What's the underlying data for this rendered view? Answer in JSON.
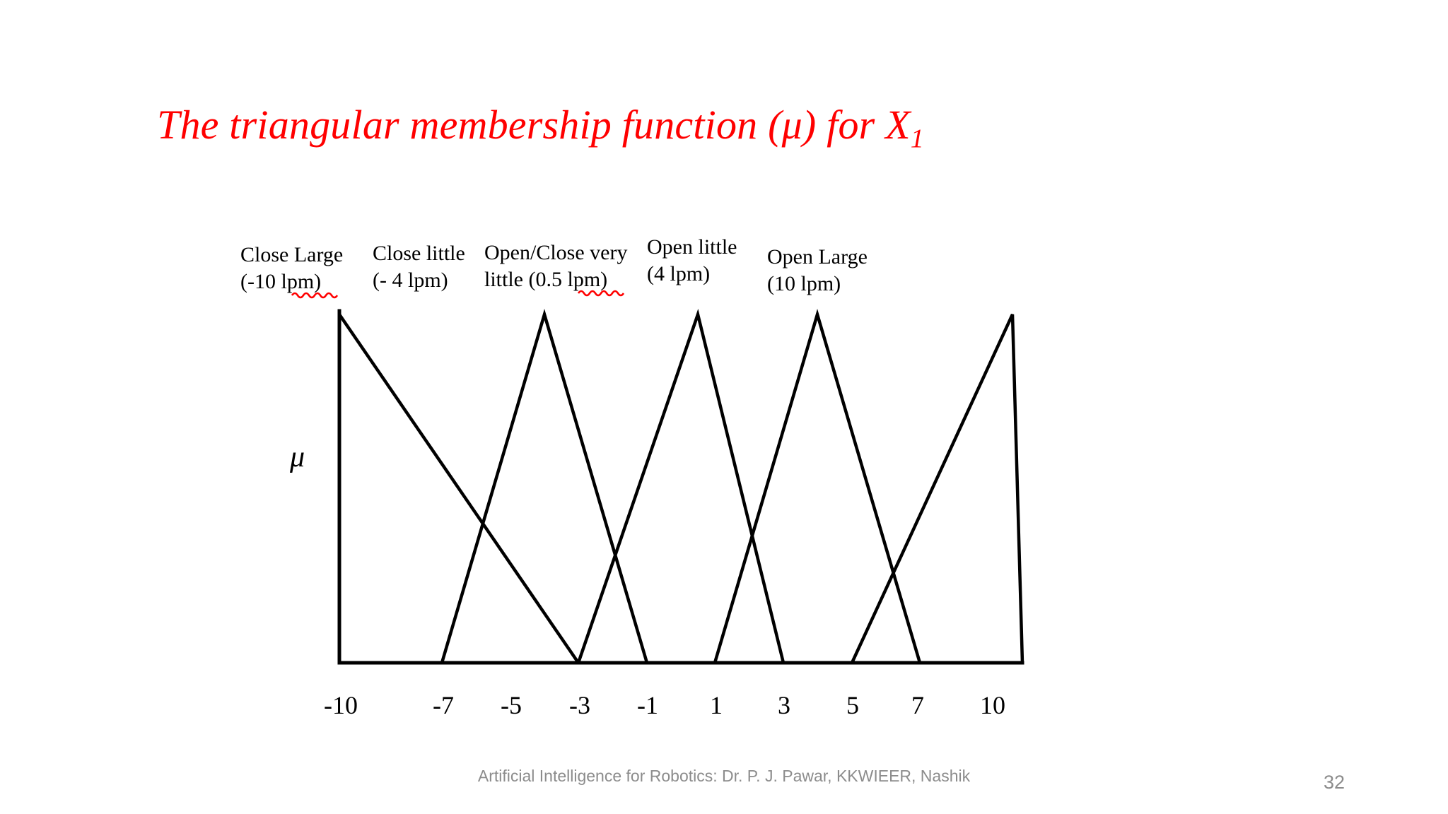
{
  "slide": {
    "title_main": "The triangular membership function (μ) for X",
    "title_subscript": "1",
    "page_number": "32",
    "footer": "Artificial Intelligence for Robotics: Dr. P. J. Pawar, KKWIEER, Nashik"
  },
  "chart_data": {
    "type": "line",
    "title": "The triangular membership function (μ) for X1",
    "xlabel": "",
    "ylabel": "μ",
    "xlim": [
      -10,
      10
    ],
    "ylim": [
      0,
      1
    ],
    "grid": false,
    "legend": "none",
    "tick_labels": [
      "-10",
      "-7",
      "-5",
      "-3",
      "-1",
      "1",
      "3",
      "5",
      "7",
      "10"
    ],
    "tick_values": [
      -10,
      -7,
      -5,
      -3,
      -1,
      1,
      3,
      5,
      7,
      10
    ],
    "series": [
      {
        "name": "Close Large",
        "label_line1": "Close Large",
        "label_line2": "(-10 lpm)",
        "peak_value": -10,
        "x": [
          -10,
          -3
        ],
        "values": [
          1,
          0
        ],
        "spell_error": true
      },
      {
        "name": "Close little",
        "label_line1": "Close little",
        "label_line2": "(- 4 lpm)",
        "peak_value": -4,
        "x": [
          -7,
          -4,
          -1
        ],
        "values": [
          0,
          1,
          0
        ],
        "spell_error": false
      },
      {
        "name": "Open/Close very little",
        "label_line1": "Open/Close very",
        "label_line2": "little (0.5 lpm)",
        "peak_value": 0.5,
        "x": [
          -3,
          0.5,
          3
        ],
        "values": [
          0,
          1,
          0
        ],
        "spell_error": true
      },
      {
        "name": "Open little",
        "label_line1": "Open little",
        "label_line2": "(4 lpm)",
        "peak_value": 4,
        "x": [
          1,
          4,
          7
        ],
        "values": [
          0,
          1,
          0
        ],
        "spell_error": false
      },
      {
        "name": "Open Large",
        "label_line1": "Open Large",
        "label_line2": "(10 lpm)",
        "peak_value": 10,
        "x": [
          5,
          10,
          10
        ],
        "values": [
          0,
          1,
          0
        ],
        "spell_error": false
      }
    ]
  },
  "colors": {
    "title": "#ff0000",
    "chart_line": "#000000",
    "footer": "#8c8c8c",
    "spell_underline": "#ff0000"
  }
}
